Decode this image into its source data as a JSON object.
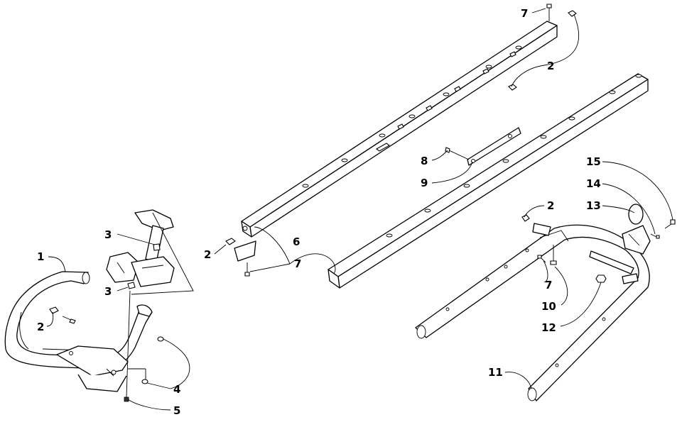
{
  "callouts": [
    {
      "id": "c1",
      "text": "1"
    },
    {
      "id": "c2a",
      "text": "2"
    },
    {
      "id": "c2b",
      "text": "2"
    },
    {
      "id": "c2c",
      "text": "2"
    },
    {
      "id": "c2d",
      "text": "2"
    },
    {
      "id": "c3a",
      "text": "3"
    },
    {
      "id": "c3b",
      "text": "3"
    },
    {
      "id": "c4",
      "text": "4"
    },
    {
      "id": "c5",
      "text": "5"
    },
    {
      "id": "c6",
      "text": "6"
    },
    {
      "id": "c7a",
      "text": "7"
    },
    {
      "id": "c7b",
      "text": "7"
    },
    {
      "id": "c7c",
      "text": "7"
    },
    {
      "id": "c8",
      "text": "8"
    },
    {
      "id": "c9",
      "text": "9"
    },
    {
      "id": "c10",
      "text": "10"
    },
    {
      "id": "c11",
      "text": "11"
    },
    {
      "id": "c12",
      "text": "12"
    },
    {
      "id": "c13",
      "text": "13"
    },
    {
      "id": "c14",
      "text": "14"
    },
    {
      "id": "c15",
      "text": "15"
    }
  ]
}
